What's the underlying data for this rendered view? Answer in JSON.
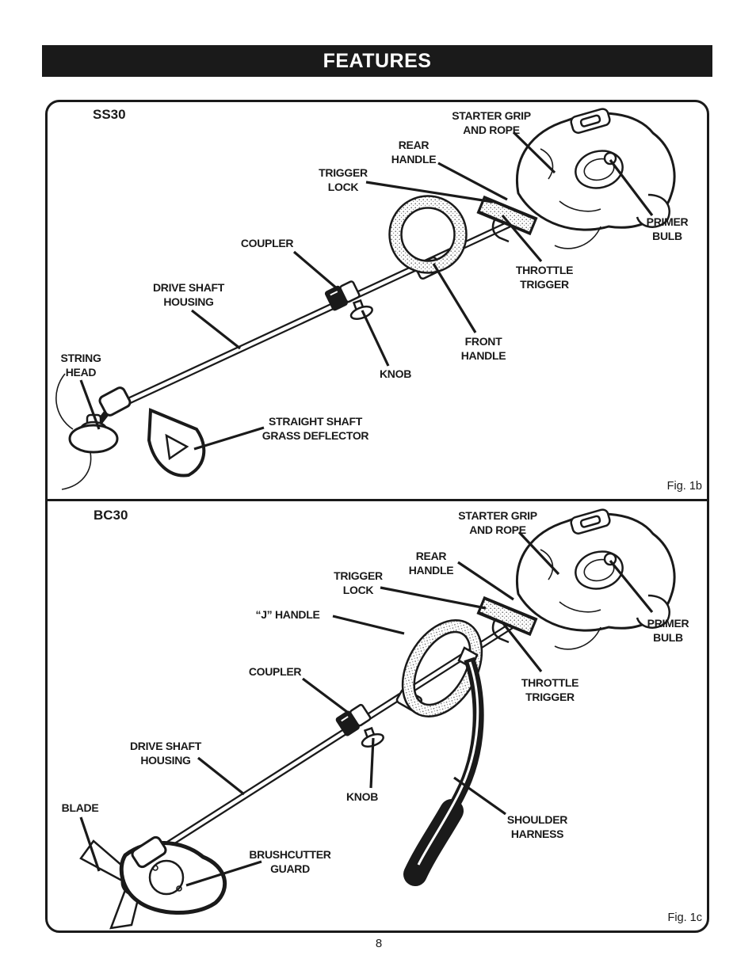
{
  "page": {
    "header_title": "FEATURES",
    "page_number": "8"
  },
  "figures": [
    {
      "model": "SS30",
      "caption": "Fig. 1b",
      "labels": {
        "starter_grip": "STARTER GRIP\nAND ROPE",
        "rear_handle": "REAR\nHANDLE",
        "trigger_lock": "TRIGGER\nLOCK",
        "primer_bulb": "PRIMER\nBULB",
        "coupler": "COUPLER",
        "throttle_trigger": "THROTTLE\nTRIGGER",
        "drive_shaft_housing": "DRIVE SHAFT\nHOUSING",
        "front_handle": "FRONT\nHANDLE",
        "string_head": "STRING\nHEAD",
        "knob": "KNOB",
        "grass_deflector": "STRAIGHT SHAFT\nGRASS DEFLECTOR"
      }
    },
    {
      "model": "BC30",
      "caption": "Fig. 1c",
      "labels": {
        "starter_grip": "STARTER GRIP\nAND ROPE",
        "rear_handle": "REAR\nHANDLE",
        "trigger_lock": "TRIGGER\nLOCK",
        "j_handle": "“J” HANDLE",
        "primer_bulb": "PRIMER\nBULB",
        "coupler": "COUPLER",
        "throttle_trigger": "THROTTLE\nTRIGGER",
        "drive_shaft_housing": "DRIVE SHAFT\nHOUSING",
        "knob": "KNOB",
        "blade": "BLADE",
        "shoulder_harness": "SHOULDER\nHARNESS",
        "brushcutter_guard": "BRUSHCUTTER\nGUARD"
      }
    }
  ],
  "colors": {
    "ink": "#1a1a1a",
    "paper": "#ffffff"
  }
}
